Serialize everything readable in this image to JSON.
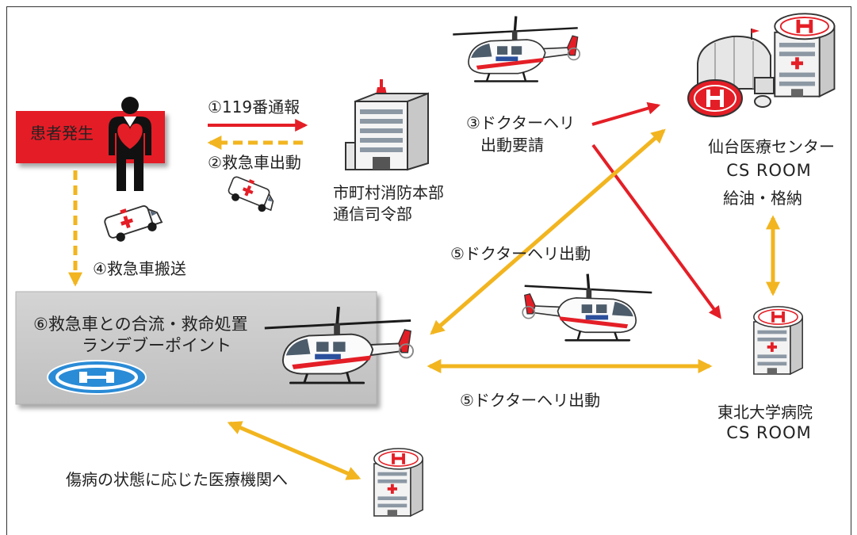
{
  "colors": {
    "red": "#e41e26",
    "yellow": "#f2b51f",
    "rendezvous_box": "#c9c9c9",
    "helipad_blue": "#2a8bd6",
    "text": "#222222"
  },
  "patient": {
    "label": "患者発生",
    "icon": "person-icon"
  },
  "flow": {
    "step1_call": "①119番通報",
    "step2_dispatch_ambulance": "②救急車出動",
    "step3_request_line1": "③ドクターヘリ",
    "step3_request_line2": "出動要請",
    "step4_transport": "④救急車搬送",
    "step5_dispatch_diagonal": "⑤ドクターヘリ出動",
    "step5_dispatch_horizontal": "⑤ドクターヘリ出動"
  },
  "fire_department": {
    "line1": "市町村消防本部",
    "line2": "通信司令部",
    "icon": "fire-department-icon"
  },
  "rendezvous": {
    "line1": "⑥救急車との合流・救命処置",
    "line2": "ランデブーポイント",
    "icon": "helipad-icon"
  },
  "sendai_medical_center": {
    "name": "仙台医療センター",
    "room": "CS ROOM",
    "note": "給油・格納",
    "icon": "hospital-icon"
  },
  "tohoku_university_hospital": {
    "name": "東北大学病院",
    "room": "CS ROOM",
    "icon": "hospital-icon"
  },
  "destination": {
    "label": "傷病の状態に応じた医療機関へ",
    "icon": "hospital-icon"
  },
  "vehicles": {
    "helicopter_icon": "helicopter-icon",
    "ambulance_icon": "ambulance-icon"
  }
}
